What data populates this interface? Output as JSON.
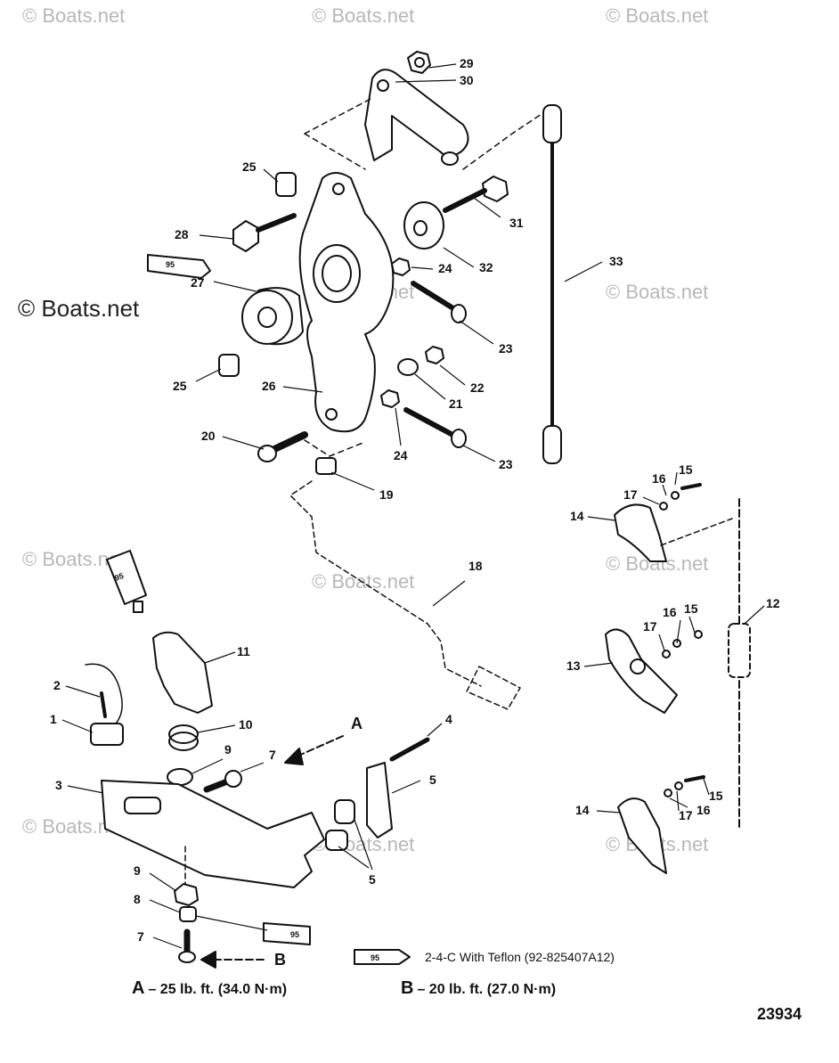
{
  "watermark": "Boats.net",
  "watermark_prefix": "©",
  "callouts": {
    "c29": "29",
    "c30": "30",
    "c25a": "25",
    "c28": "28",
    "c31": "31",
    "c32": "32",
    "c24a": "24",
    "c33": "33",
    "c27": "27",
    "c23a": "23",
    "c25b": "25",
    "c26": "26",
    "c22": "22",
    "c21": "21",
    "c20": "20",
    "c24b": "24",
    "c23b": "23",
    "c19": "19",
    "c15a": "15",
    "c16a": "16",
    "c17a": "17",
    "c14a": "14",
    "c18": "18",
    "c12": "12",
    "c16b": "16",
    "c15b": "15",
    "c17b": "17",
    "c13": "13",
    "c11": "11",
    "c2": "2",
    "c10": "10",
    "c1": "1",
    "c9a": "9",
    "c7a": "7",
    "c4": "4",
    "c5a": "5",
    "c3": "3",
    "c15c": "15",
    "c17c": "17",
    "c16c": "16",
    "c14b": "14",
    "c9b": "9",
    "c5b": "5",
    "c8": "8",
    "c7b": "7",
    "arrowA": "A",
    "arrowB": "B"
  },
  "tube_label": "95",
  "legend": {
    "tube_label": "95",
    "text": "2-4-C  With Teflon (92-825407A12)"
  },
  "torque_notes": {
    "a_key": "A",
    "a_value": "– 25 lb. ft. (34.0 N·m)",
    "b_key": "B",
    "b_value": "– 20 lb. ft. (27.0 N·m)"
  },
  "figure_number": "23934"
}
